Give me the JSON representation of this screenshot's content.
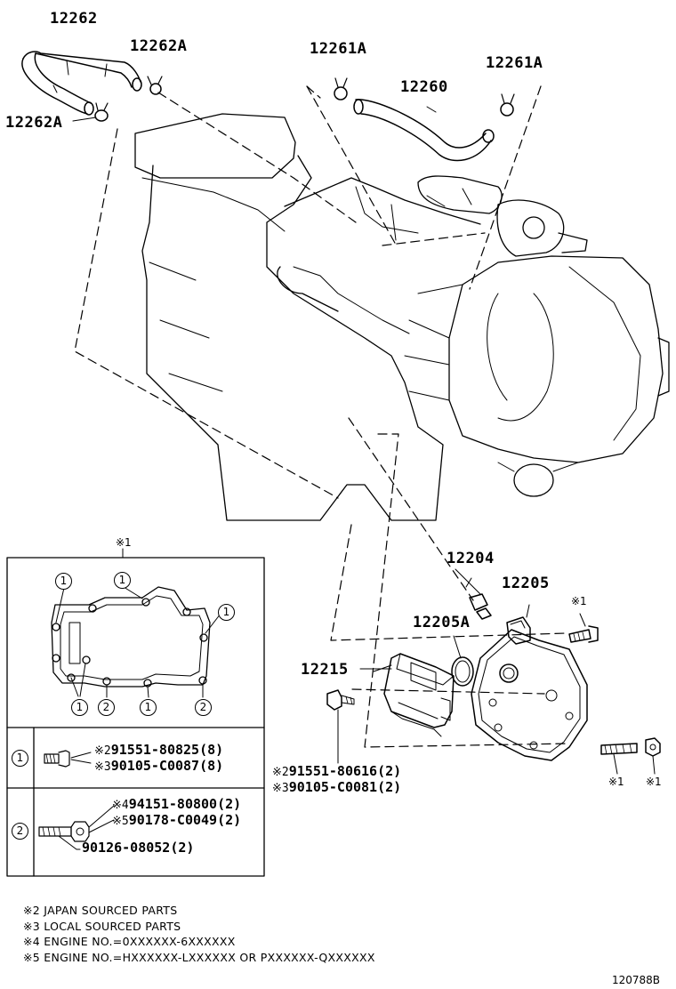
{
  "callouts": {
    "p12262": "12262",
    "p12262A_top": "12262A",
    "p12262A_left": "12262A",
    "p12261A_left": "12261A",
    "p12261A_right": "12261A",
    "p12260": "12260",
    "p12204": "12204",
    "p12205": "12205",
    "p12205A": "12205A",
    "p12215": "12215"
  },
  "markers": {
    "star1_box": "※1",
    "star1_bolt": "※1",
    "star1_stud": "※1",
    "star1_nut": "※1"
  },
  "bolt_parts": [
    {
      "mark": "※2",
      "text": "91551-80616(2)"
    },
    {
      "mark": "※3",
      "text": "90105-C0081(2)"
    }
  ],
  "inset": {
    "circle_1": "1",
    "circle_2": "2",
    "row1": [
      {
        "mark": "※2",
        "text": "91551-80825(8)"
      },
      {
        "mark": "※3",
        "text": "90105-C0087(8)"
      }
    ],
    "row2": [
      {
        "mark": "※4",
        "text": "94151-80800(2)"
      },
      {
        "mark": "※5",
        "text": "90178-C0049(2)"
      },
      {
        "mark": "",
        "text": "90126-08052(2)"
      }
    ]
  },
  "notes": [
    "※2 JAPAN SOURCED PARTS",
    "※3 LOCAL SOURCED PARTS",
    "※4 ENGINE NO.=0XXXXXX-6XXXXXX",
    "※5 ENGINE NO.=HXXXXXX-LXXXXXX OR PXXXXXX-QXXXXXX"
  ],
  "illustration_code": "120788B"
}
